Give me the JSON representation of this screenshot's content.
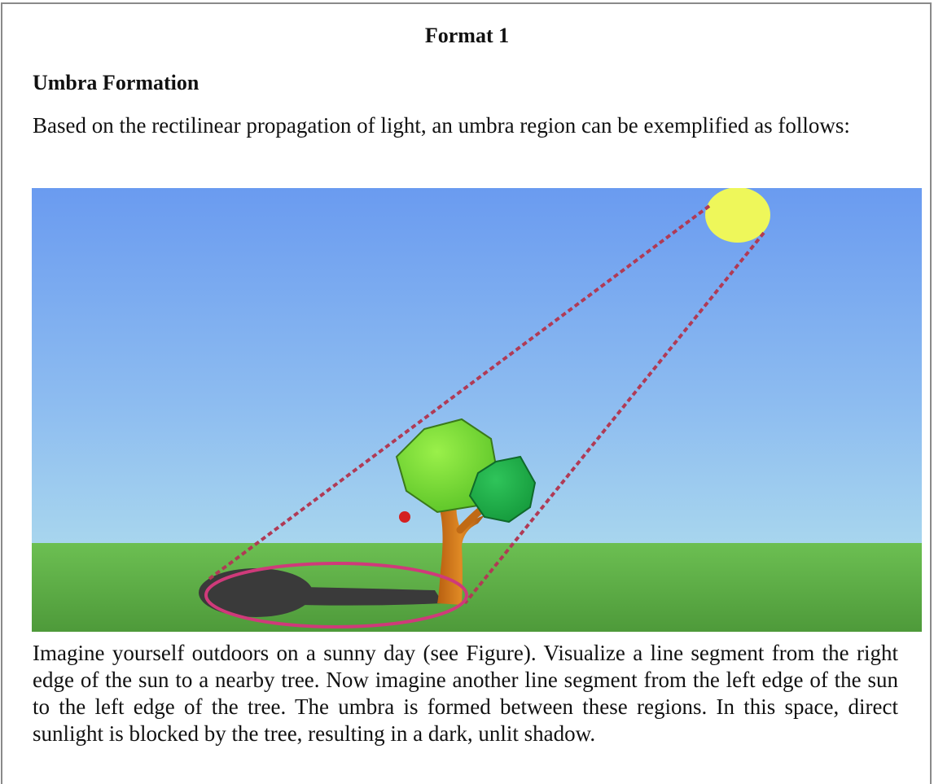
{
  "document": {
    "format_label": "Format 1",
    "section_heading": "Umbra Formation",
    "intro_text": "Based on the rectilinear propagation of light, an umbra region can be exemplified as follows:",
    "body_text": "Imagine yourself outdoors on a sunny day (see Figure). Visualize a line segment from the right edge of the sun to a nearby tree. Now imagine another line segment from the left edge of the sun to the left edge of the tree. The umbra is formed between these regions. In this space, direct sunlight is blocked by the tree, resulting in a dark, unlit shadow."
  },
  "figure": {
    "icons": [
      "sun-icon",
      "tree-icon",
      "shadow-shape",
      "umbra-ellipse"
    ],
    "colors": {
      "sky_top": "#6b9ef0",
      "sky_bottom": "#a6d3ef",
      "grass": "#5fb24a",
      "sun": "#eef75a",
      "foliage_light": "#7fe23a",
      "foliage_dark": "#22b24a",
      "trunk": "#d47a1a",
      "shadow": "#3a3a3a",
      "ray_lines": "#b03a55",
      "umbra_outline": "#cf3a7a"
    }
  }
}
